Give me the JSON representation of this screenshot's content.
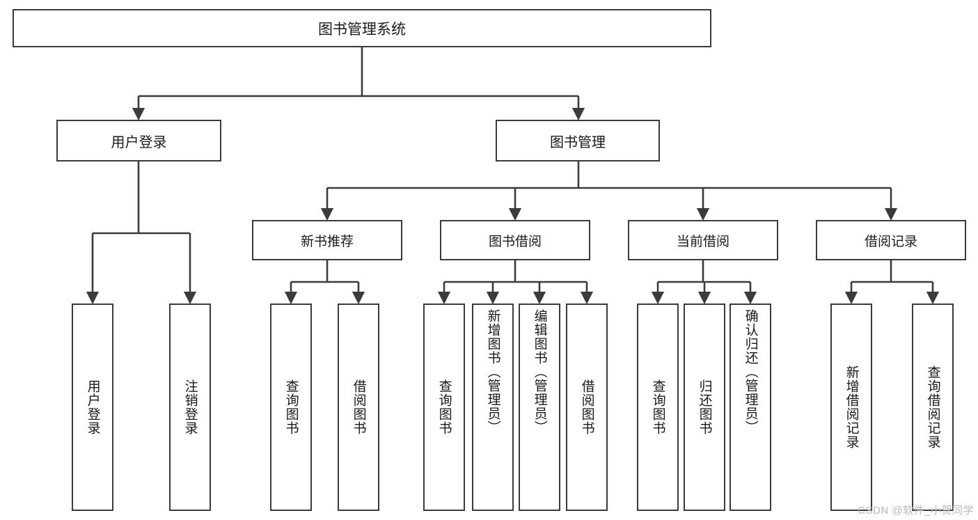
{
  "diagram": {
    "title": "图书管理系统",
    "type": "tree",
    "root": {
      "label": "图书管理系统"
    },
    "level1": [
      {
        "label": "用户登录"
      },
      {
        "label": "图书管理"
      }
    ],
    "level2": [
      {
        "label": "新书推荐"
      },
      {
        "label": "图书借阅"
      },
      {
        "label": "当前借阅"
      },
      {
        "label": "借阅记录"
      }
    ],
    "leaves": {
      "user_login": [
        {
          "label": "用户登录"
        },
        {
          "label": "注销登录"
        }
      ],
      "new_book_recommend": [
        {
          "label": "查询图书"
        },
        {
          "label": "借阅图书"
        }
      ],
      "book_borrow": [
        {
          "label": "查询图书"
        },
        {
          "label": "新增图书（管理员）"
        },
        {
          "label": "编辑图书（管理员）"
        },
        {
          "label": "借阅图书"
        }
      ],
      "current_borrow": [
        {
          "label": "查询图书"
        },
        {
          "label": "归还图书"
        },
        {
          "label": "确认归还（管理员）"
        }
      ],
      "borrow_record": [
        {
          "label": "新增借阅记录"
        },
        {
          "label": "查询借阅记录"
        }
      ]
    },
    "watermark": "CSDN @软件_小贺同学",
    "colors": {
      "box_border": "#3b3b3b",
      "box_fill": "#ffffff",
      "connector": "#3b3b3b",
      "text": "#1a1a1a",
      "watermark": "#b9b9b9",
      "background": "#ffffff"
    }
  }
}
